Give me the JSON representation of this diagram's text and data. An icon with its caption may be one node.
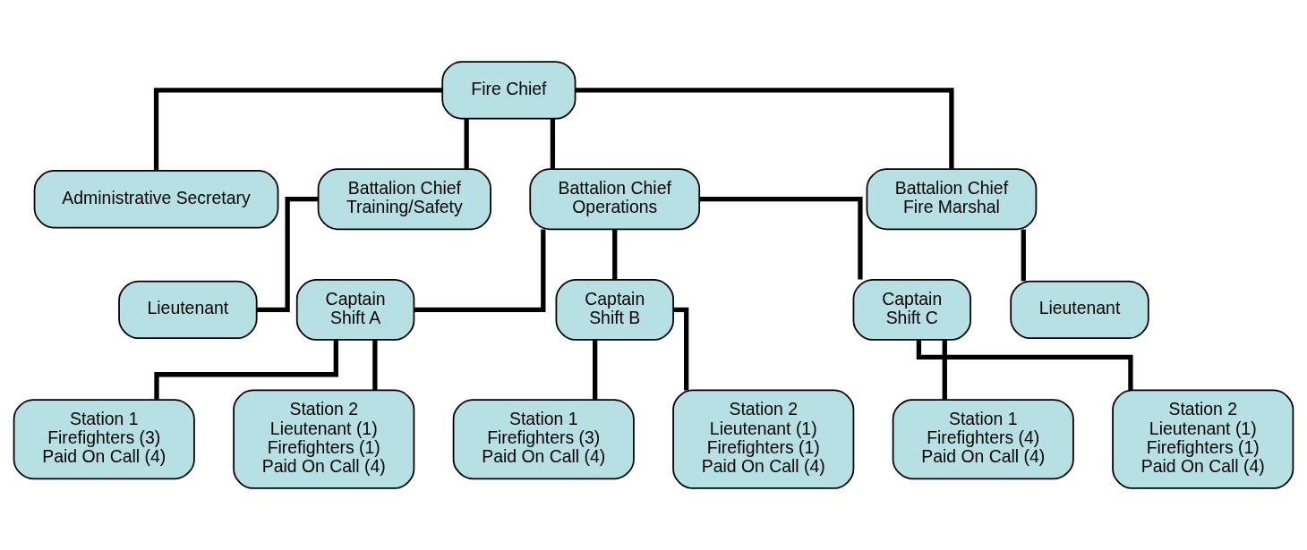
{
  "diagram": {
    "nodes": [
      {
        "text": [
          "Fire Chief"
        ]
      },
      {
        "text": [
          "Administrative Secretary"
        ]
      },
      {
        "text": [
          "Battalion Chief",
          "Training/Safety"
        ]
      },
      {
        "text": [
          "Battalion Chief",
          "Operations"
        ]
      },
      {
        "text": [
          "Battalion Chief",
          "Fire Marshal"
        ]
      },
      {
        "text": [
          "Lieutenant"
        ]
      },
      {
        "text": [
          "Captain",
          "Shift A"
        ]
      },
      {
        "text": [
          "Captain",
          "Shift B"
        ]
      },
      {
        "text": [
          "Captain",
          "Shift C"
        ]
      },
      {
        "text": [
          "Lieutenant"
        ]
      },
      {
        "text": [
          "Station 1",
          "Firefighters (3)",
          "Paid On Call (4)"
        ]
      },
      {
        "text": [
          "Station 1",
          "Firefighters (3)",
          "Paid On Call (4)"
        ]
      },
      {
        "text": [
          "Station 1",
          "Firefighters (4)",
          "Paid On Call (4)"
        ]
      },
      {
        "text": [
          "Station 2",
          "Lieutenant (1)",
          "Firefighters (1)",
          "Paid On Call (4)"
        ]
      },
      {
        "text": [
          "Station 2",
          "Lieutenant (1)",
          "Firefighters (1)",
          "Paid On Call (4)"
        ]
      },
      {
        "text": [
          "Station 2",
          "Lieutenant (1)",
          "Firefighters (1)",
          "Paid On Call (4)"
        ]
      }
    ],
    "edges": [
      {
        "from": 0,
        "to": 1,
        "arrow": "none"
      },
      {
        "from": 0,
        "to": 2,
        "arrow": "none"
      },
      {
        "from": 0,
        "to": 3,
        "arrow": "none"
      },
      {
        "from": 0,
        "to": 4,
        "arrow": "none"
      },
      {
        "from": 2,
        "to": 5,
        "arrow": "none"
      },
      {
        "from": 3,
        "to": 6,
        "arrow": "none"
      },
      {
        "from": 3,
        "to": 7,
        "arrow": "none"
      },
      {
        "from": 3,
        "to": 8,
        "arrow": "none"
      },
      {
        "from": 4,
        "to": 9,
        "arrow": "none"
      },
      {
        "from": 6,
        "to": 10,
        "arrow": "none"
      },
      {
        "from": 6,
        "to": 13,
        "arrow": "none"
      },
      {
        "from": 7,
        "to": 11,
        "arrow": "none"
      },
      {
        "from": 7,
        "to": 14,
        "arrow": "none"
      },
      {
        "from": 8,
        "to": 12,
        "arrow": "none"
      },
      {
        "from": 8,
        "to": 15,
        "arrow": "none"
      }
    ]
  }
}
